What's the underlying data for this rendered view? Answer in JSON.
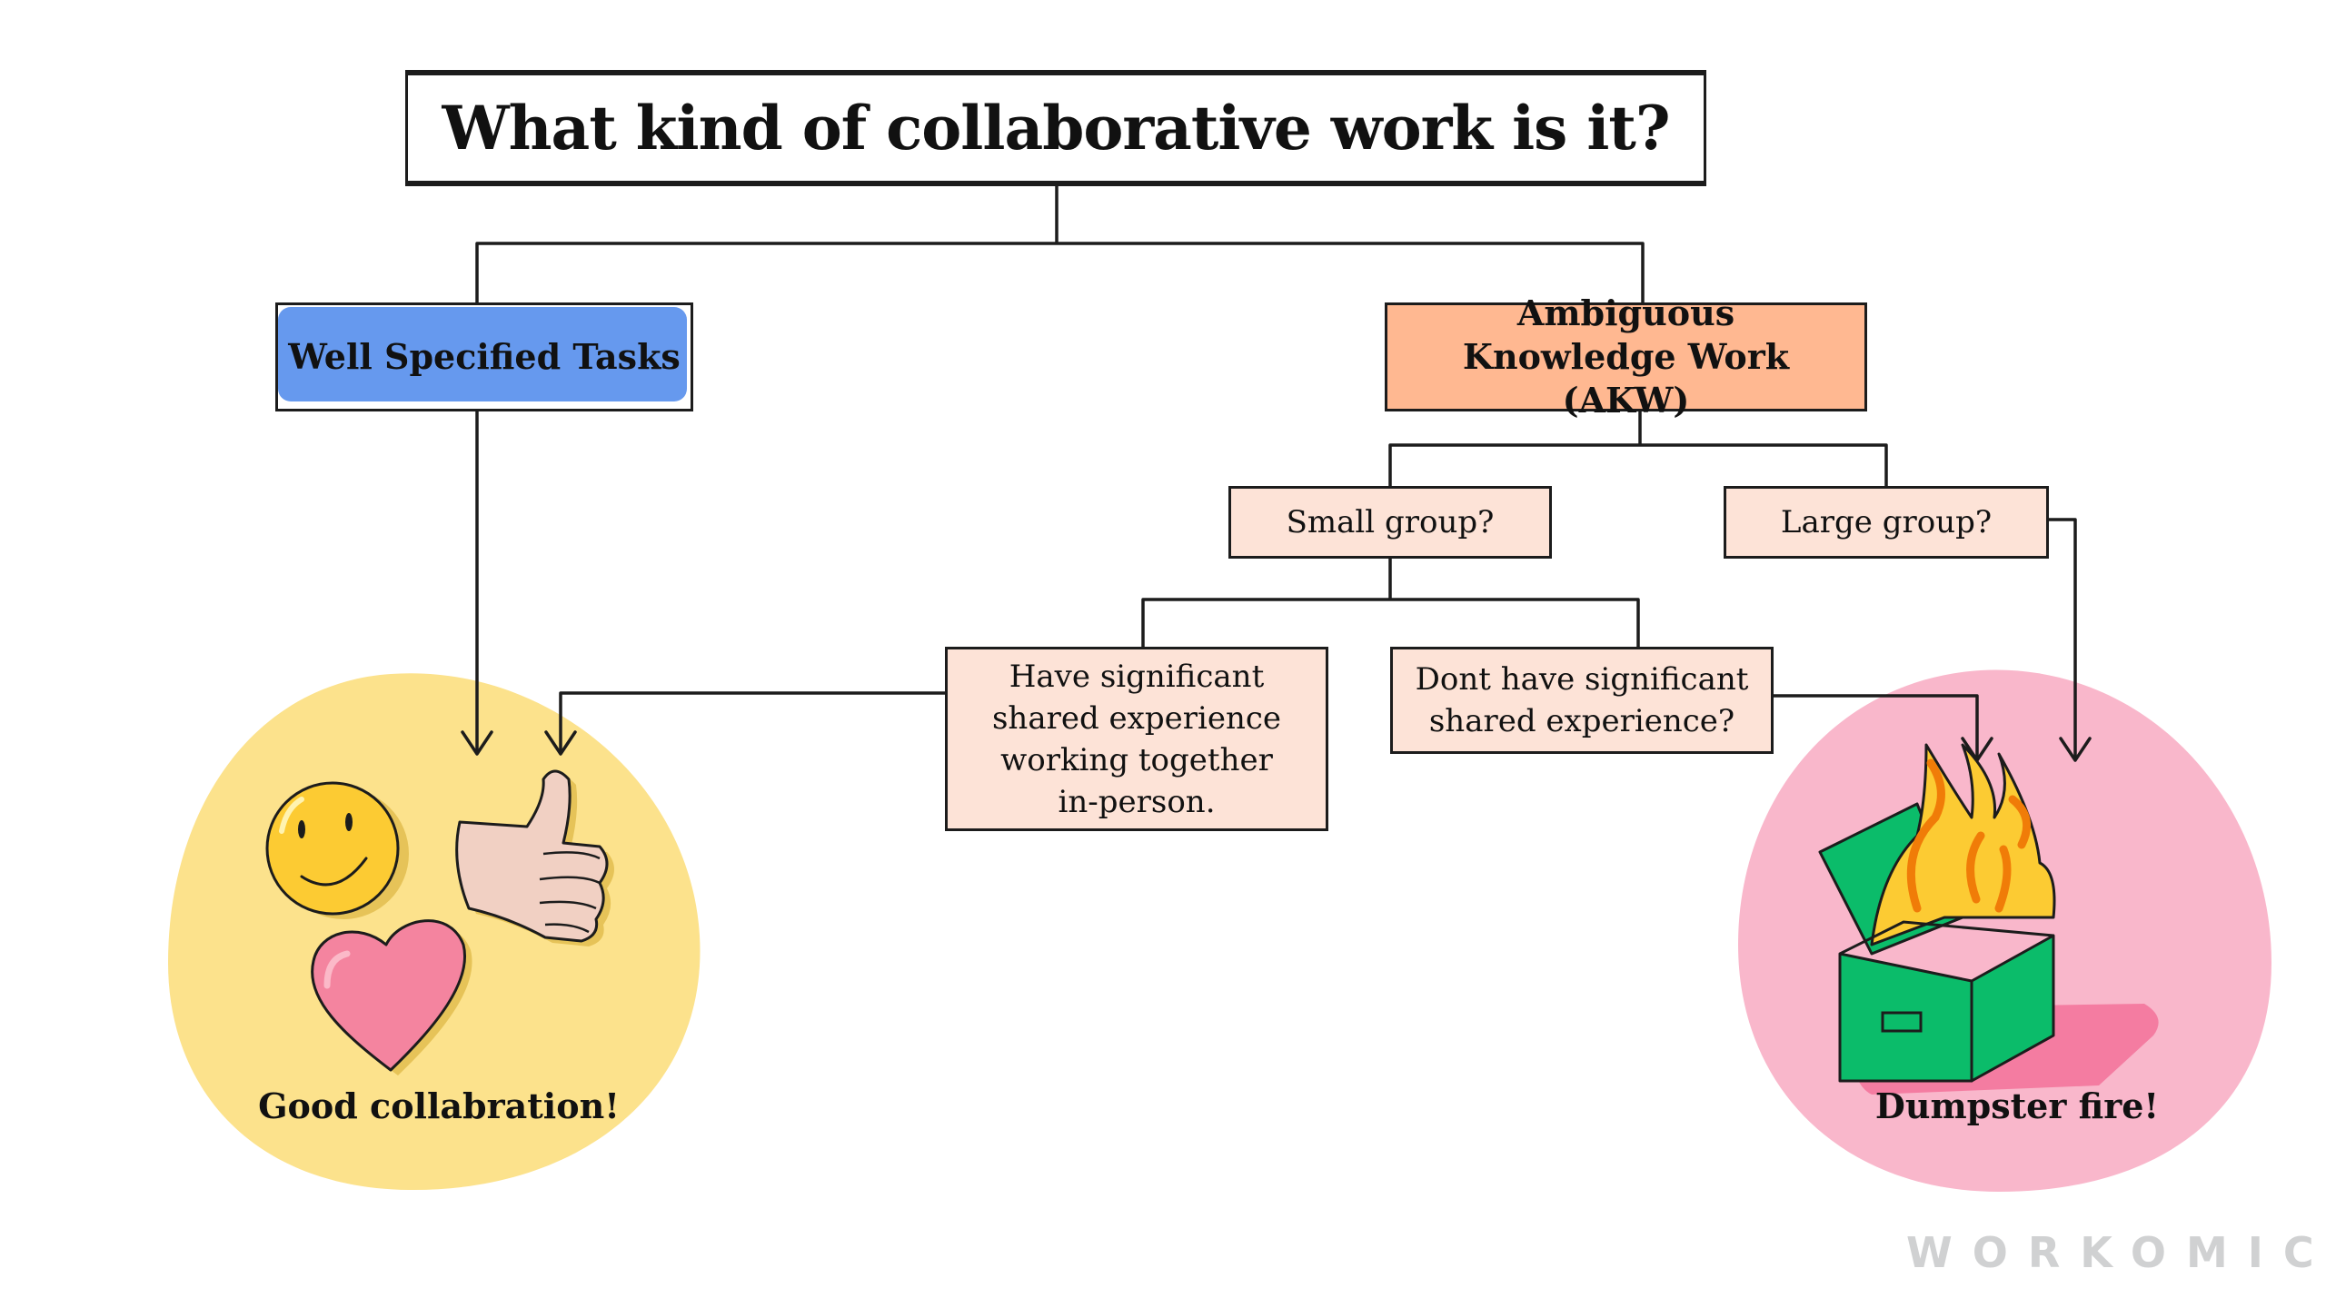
{
  "title": "What kind of collaborative work is it?",
  "categories": {
    "well_specified": "Well Specified Tasks",
    "akw": "Ambiguous Knowledge Work (AKW)"
  },
  "questions": {
    "small_group": "Small group?",
    "large_group": "Large group?",
    "have_experience": "Have significant shared experience working together in-person.",
    "dont_have_experience": "Dont have significant shared experience?"
  },
  "outcomes": {
    "good": {
      "label": "Good collabration!",
      "icons": [
        "smiley-face-icon",
        "thumbs-up-icon",
        "heart-icon"
      ],
      "color": "#fce28c"
    },
    "bad": {
      "label": "Dumpster fire!",
      "icons": [
        "dumpster-fire-icon"
      ],
      "color": "#f9b7cb"
    }
  },
  "colors": {
    "well_specified_fill": "#6699ee",
    "akw_fill": "#ffb891",
    "question_fill": "#fde3d7"
  },
  "logo": "WORKOMICS"
}
